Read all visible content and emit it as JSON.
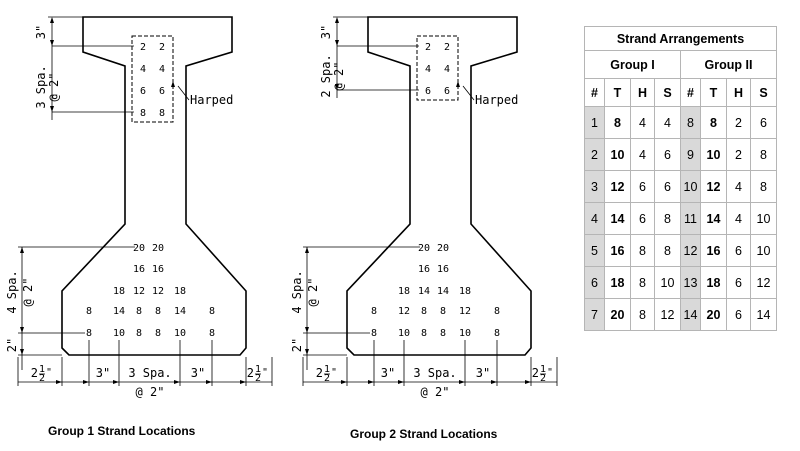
{
  "diagram1": {
    "caption": "Group 1 Strand Locations",
    "harped_label": "Harped",
    "harped_rows": [
      [
        "2",
        "2"
      ],
      [
        "4",
        "4"
      ],
      [
        "6",
        "6"
      ],
      [
        "8",
        "8"
      ]
    ],
    "bottom_rows": [
      [
        "20",
        "20"
      ],
      [
        "16",
        "16"
      ],
      [
        "18",
        "12",
        "12",
        "18"
      ],
      [
        "8",
        "14",
        "8",
        "8",
        "14",
        "8"
      ],
      [
        "8",
        "10",
        "8",
        "8",
        "10",
        "8"
      ]
    ],
    "dims": {
      "top": "3\"",
      "harped_spacing": "3 Spa.",
      "harped_at": "@ 2\"",
      "vertical_spacing": "4 Spa.",
      "vertical_at": "@ 2\"",
      "bottom_offset": "2\"",
      "edge": "2 1/2\"",
      "gap": "3\"",
      "spacing": "3 Spa.",
      "at": "@ 2\""
    }
  },
  "diagram2": {
    "caption": "Group 2 Strand Locations",
    "harped_label": "Harped",
    "harped_rows": [
      [
        "2",
        "2"
      ],
      [
        "4",
        "4"
      ],
      [
        "6",
        "6"
      ]
    ],
    "bottom_rows": [
      [
        "20",
        "20"
      ],
      [
        "16",
        "16"
      ],
      [
        "18",
        "14",
        "14",
        "18"
      ],
      [
        "8",
        "12",
        "8",
        "8",
        "12",
        "8"
      ],
      [
        "8",
        "10",
        "8",
        "8",
        "10",
        "8"
      ]
    ],
    "dims": {
      "top": "3\"",
      "harped_spacing": "2 Spa.",
      "harped_at": "@ 2\"",
      "vertical_spacing": "4 Spa.",
      "vertical_at": "@ 2\"",
      "bottom_offset": "2\"",
      "edge": "2 1/2\"",
      "gap": "3\"",
      "spacing": "3 Spa.",
      "at": "@ 2\""
    }
  },
  "table": {
    "title": "Strand Arrangements",
    "group1": "Group I",
    "group2": "Group II",
    "headers": [
      "#",
      "T",
      "H",
      "S",
      "#",
      "T",
      "H",
      "S"
    ],
    "rows": [
      [
        "1",
        "8",
        "4",
        "4",
        "8",
        "8",
        "2",
        "6"
      ],
      [
        "2",
        "10",
        "4",
        "6",
        "9",
        "10",
        "2",
        "8"
      ],
      [
        "3",
        "12",
        "6",
        "6",
        "10",
        "12",
        "4",
        "8"
      ],
      [
        "4",
        "14",
        "6",
        "8",
        "11",
        "14",
        "4",
        "10"
      ],
      [
        "5",
        "16",
        "8",
        "8",
        "12",
        "16",
        "6",
        "10"
      ],
      [
        "6",
        "18",
        "8",
        "10",
        "13",
        "18",
        "6",
        "12"
      ],
      [
        "7",
        "20",
        "8",
        "12",
        "14",
        "20",
        "6",
        "14"
      ]
    ]
  }
}
